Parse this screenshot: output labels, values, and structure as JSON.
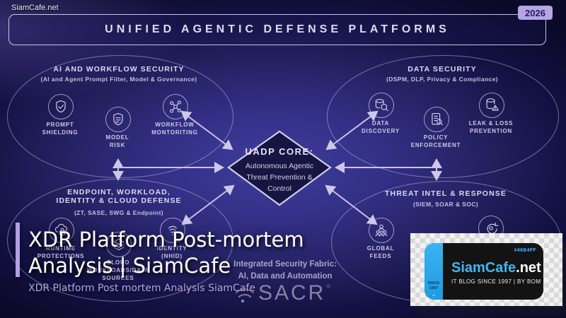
{
  "watermark": "SiamCafe.net",
  "badge": "2026",
  "title": "UNIFIED AGENTIC DEFENSE PLATFORMS",
  "groups": [
    {
      "title": "AI AND WORKFLOW SECURITY",
      "subtitle": "(AI and Agent Prompt Filter, Model & Governance)",
      "items": [
        {
          "icon": "shield-check-icon",
          "label": "PROMPT\nSHIELDING"
        },
        {
          "icon": "model-shield-icon",
          "label": "MODEL\nRISK"
        },
        {
          "icon": "workflow-nodes-icon",
          "label": "WORKFLOW\nMONTORITING"
        }
      ]
    },
    {
      "title": "DATA SECURITY",
      "subtitle": "(DSPM, DLP, Privacy & Compliance)",
      "items": [
        {
          "icon": "database-search-icon",
          "label": "DATA\nDISCOVERY"
        },
        {
          "icon": "clipboard-policy-icon",
          "label": "POLICY\nENFORCEMENT"
        },
        {
          "icon": "database-alert-icon",
          "label": "LEAK & LOSS\nPREVENTION"
        }
      ]
    },
    {
      "title": "ENDPOINT, WORKLOAD,\nIDENTITY & CLOUD DEFENSE",
      "subtitle": "(ZT, SASE, SWG & Endpoint)",
      "items": [
        {
          "icon": "cloud-lock-icon",
          "label": "RUNTIME\nPROTECTIONS"
        },
        {
          "icon": "layers-icon",
          "label": "CLOUD\nWORKLOADS/DATA\nSOURCES"
        },
        {
          "icon": "fingerprint-icon",
          "label": "IDENTITY\n(NHID)"
        }
      ]
    },
    {
      "title": "THREAT INTEL & RESPONSE",
      "subtitle": "(SIEM, SOAR & SOC)",
      "items": [
        {
          "icon": "group-people-icon",
          "label": "GLOBAL\nFEEDS"
        },
        {
          "icon": "cycle-arrows-icon",
          "label": ""
        }
      ]
    }
  ],
  "core": {
    "title": "UADP CORE:",
    "body": "Autonomous Agentic\nThreat Prevention &\nControl"
  },
  "fabric": "Integrated Security Fabric:\nAI, Data and Automation",
  "sacr": "SACR",
  "sacr_mark": "®",
  "overlay": {
    "title": "XDR Platform Post-mortem\nAnalysis | SiamCafe",
    "subtitle": "XDR Platform Post mortem Analysis SiamCafe"
  },
  "logo_card": {
    "hex_label": "#46B4FF",
    "brand_primary": "SiamCafe",
    "brand_suffix": ".net",
    "tagline": "IT BLOG SINCE 1997 | BY BOM",
    "since": "SINCE\n1997"
  },
  "colors": {
    "accent_blue": "#46B4FF",
    "badge_purple": "#B5A5E4",
    "lavender_text": "#D9D5EC",
    "overlay_subtitle": "#B3A6E4",
    "background_core": "#322F84"
  }
}
